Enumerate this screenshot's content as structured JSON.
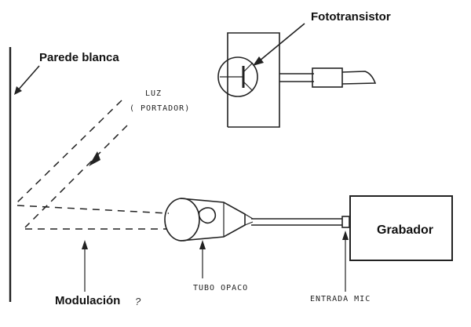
{
  "labels": {
    "fototransistor": "Fototransistor",
    "pared": "Parede blanca",
    "luz_line1": "LUZ",
    "luz_line2": "( PORTADOR)",
    "grabador": "Grabador",
    "tubo": "TUBO OPACO",
    "entrada": "ENTRADA MIC",
    "modulacion": "Modulación",
    "question_mark": "?"
  },
  "colors": {
    "ink": "#222222",
    "background": "#ffffff"
  }
}
